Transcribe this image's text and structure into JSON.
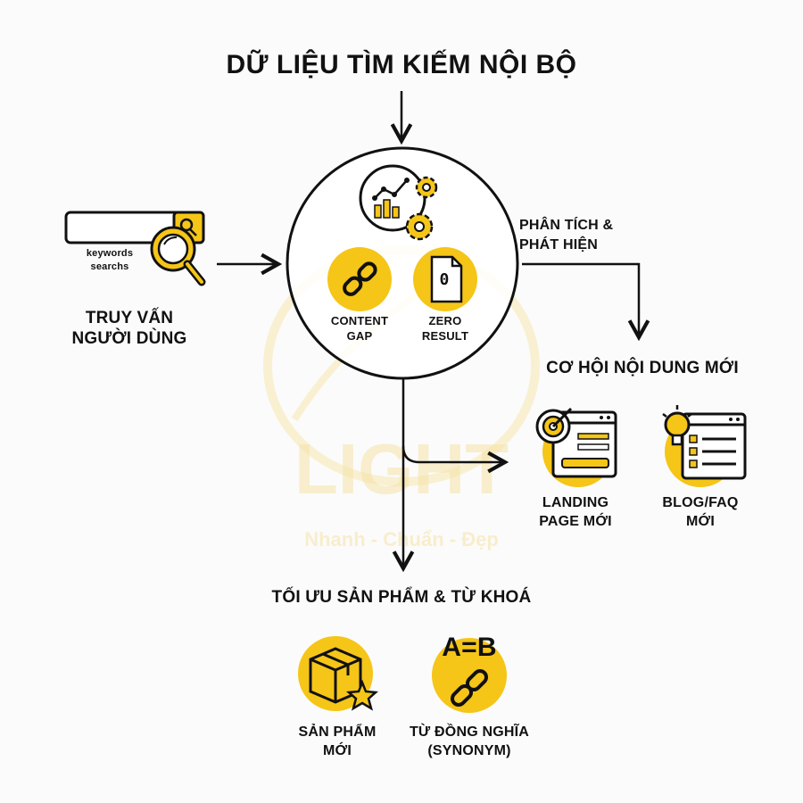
{
  "title": "DỮ LIỆU TÌM KIẾM NỘI BỘ",
  "input": {
    "label_line1": "TRUY VẤN",
    "label_line2": "NGƯỜI DÙNG",
    "search_text_line1": "keywords",
    "search_text_line2": "searchs"
  },
  "hub": {
    "content_gap_line1": "CONTENT",
    "content_gap_line2": "GAP",
    "zero_result_line1": "ZERO",
    "zero_result_line2": "RESULT",
    "zero_doc_char": "0"
  },
  "analysis": {
    "line1": "PHÂN TÍCH &",
    "line2": "PHÁT HIỆN"
  },
  "opportunities": {
    "title": "CƠ HỘI NỘI DUNG MỚI",
    "landing_line1": "LANDING",
    "landing_line2": "PAGE MỚI",
    "blog_line1": "BLOG/FAQ",
    "blog_line2": "MỚI"
  },
  "optimize": {
    "title": "TỐI ƯU SẢN PHẨM & TỪ KHOÁ",
    "product_line1": "SẢN PHẨM",
    "product_line2": "MỚI",
    "synonym_symbol": "A=B",
    "synonym_line1": "TỪ ĐỒNG NGHĨA",
    "synonym_line2": "(SYNONYM)"
  },
  "watermark": {
    "brand": "LIGHT",
    "tagline": "Nhanh - Chuẩn - Đẹp"
  },
  "colors": {
    "accent": "#F5C518",
    "ink": "#111111",
    "watermark": "#F6E3A6"
  },
  "icons": [
    "search-icon",
    "magnifier-icon",
    "analytics-icon",
    "gear-icon",
    "link-icon",
    "document-icon",
    "target-icon",
    "lightbulb-icon",
    "box-icon",
    "star-icon",
    "chain-icon"
  ]
}
